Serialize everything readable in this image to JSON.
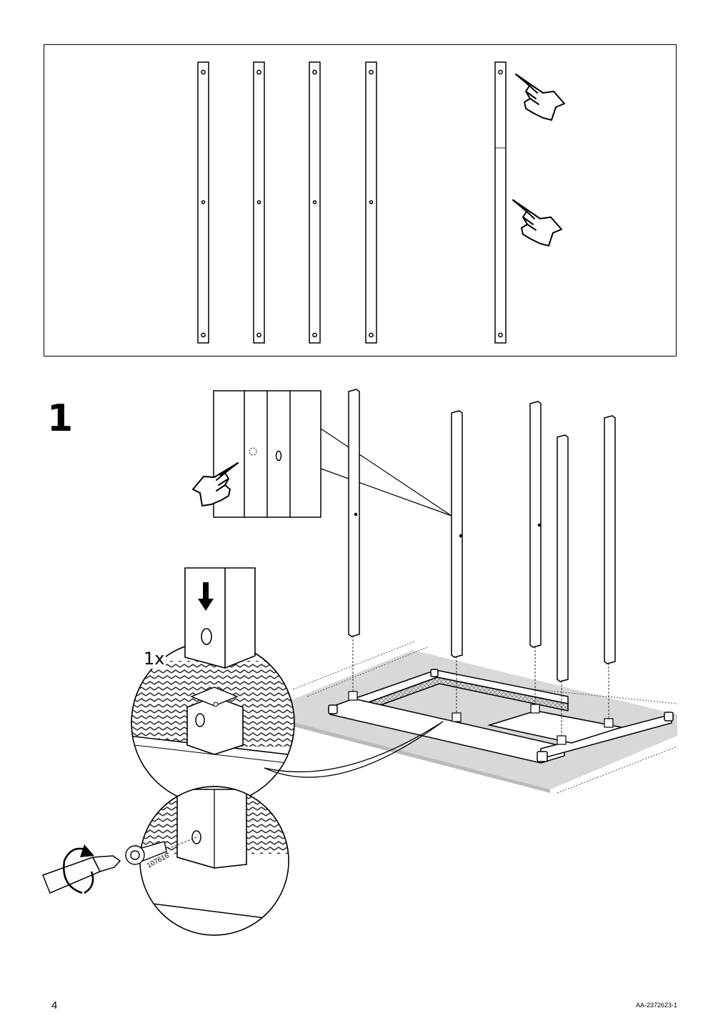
{
  "header_panel": {
    "title": ""
  },
  "step": {
    "number": "1",
    "quantity_label": "1x",
    "part_number": "107616"
  },
  "footer": {
    "page_number": "4",
    "document_code": "AA-2372623-1"
  },
  "icons": {
    "pointing_hand": "pointing-hand-icon",
    "down_arrow": "arrow-down-icon",
    "rotate_arrow": "rotate-clockwise-icon",
    "screwdriver": "screwdriver-icon",
    "screw": "screw-icon"
  }
}
